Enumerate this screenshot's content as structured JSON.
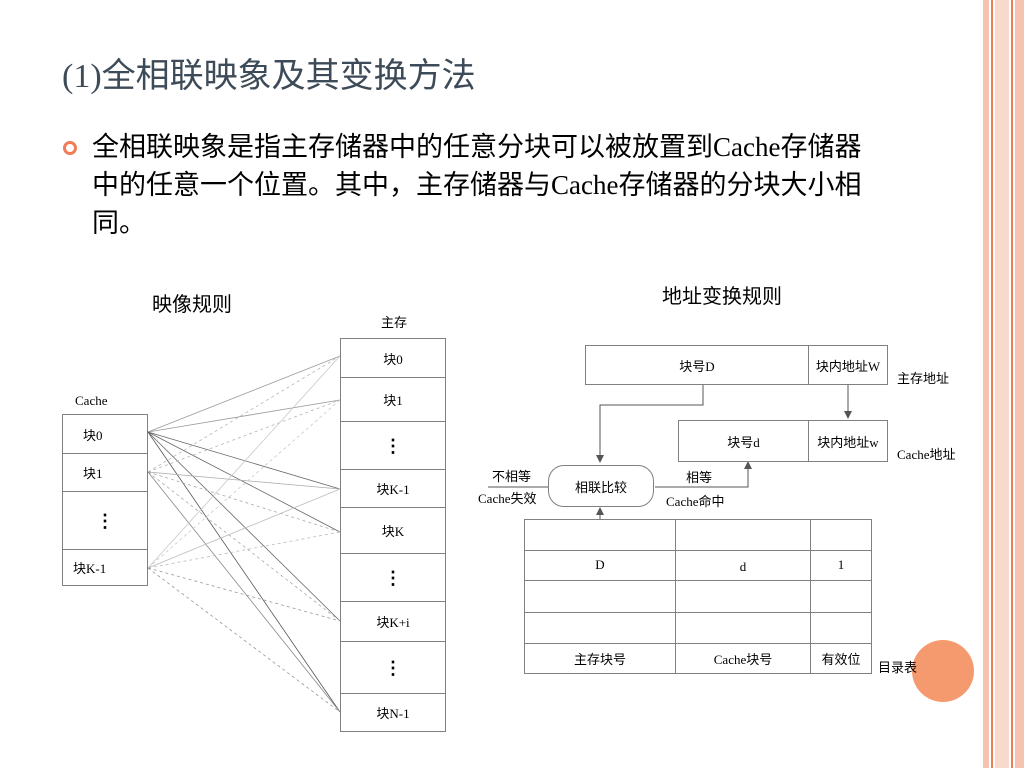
{
  "title": "(1)全相联映象及其变换方法",
  "bullet": {
    "text": "全相联映象是指主存储器中的任意分块可以被放置到Cache存储器中的任意一个位置。其中，主存储器与Cache存储器的分块大小相同。"
  },
  "left_diagram": {
    "heading": "映像规则",
    "cache_label": "Cache",
    "cache_blocks": [
      "块0",
      "块1",
      "⋮",
      "块K-1"
    ],
    "main_label": "主存",
    "main_blocks": [
      "块0",
      "块1",
      "⋮",
      "块K-1",
      "块K",
      "⋮",
      "块K+i",
      "⋮",
      "块N-1"
    ]
  },
  "right_diagram": {
    "heading": "地址变换规则",
    "main_addr": {
      "block": "块号D",
      "offset": "块内地址W",
      "label": "主存地址"
    },
    "cache_addr": {
      "block": "块号d",
      "offset": "块内地址w",
      "label": "Cache地址"
    },
    "comparator": "相联比较",
    "not_equal": "不相等",
    "miss": "Cache失效",
    "equal": "相等",
    "hit": "Cache命中",
    "table_rows": [
      [
        "",
        "",
        ""
      ],
      [
        "D",
        "d",
        "1"
      ],
      [
        "",
        "",
        ""
      ],
      [
        "",
        "",
        ""
      ]
    ],
    "table_headers": [
      "主存块号",
      "Cache块号",
      "有效位"
    ],
    "table_label": "目录表"
  },
  "colors": {
    "accent": "#f07d55",
    "title": "#3d4a57",
    "circle": "#f59a6e"
  }
}
